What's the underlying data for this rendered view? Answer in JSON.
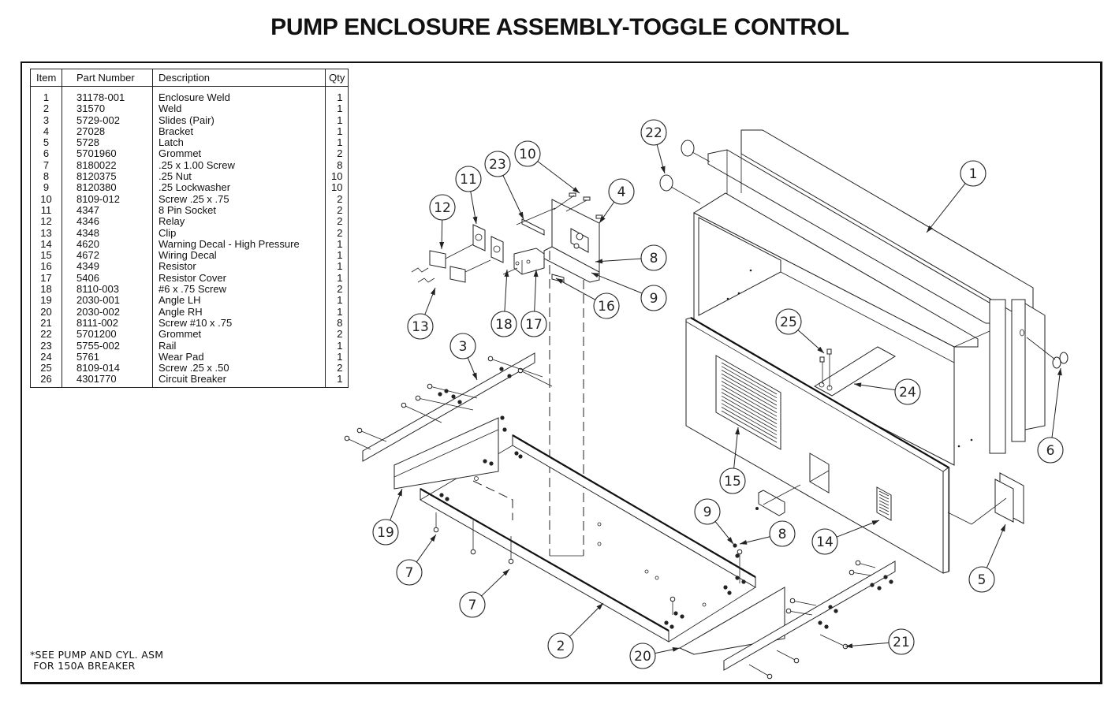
{
  "title": "PUMP ENCLOSURE ASSEMBLY-TOGGLE CONTROL",
  "table": {
    "headers": {
      "item": "Item",
      "part_number": "Part Number",
      "description": "Description",
      "qty": "Qty"
    },
    "rows": [
      {
        "item": "1",
        "part_number": "31178-001",
        "description": "Enclosure Weld",
        "qty": "1"
      },
      {
        "item": "2",
        "part_number": "31570",
        "description": "Weld",
        "qty": "1"
      },
      {
        "item": "3",
        "part_number": "5729-002",
        "description": "Slides (Pair)",
        "qty": "1"
      },
      {
        "item": "4",
        "part_number": "27028",
        "description": "Bracket",
        "qty": "1"
      },
      {
        "item": "5",
        "part_number": "5728",
        "description": "Latch",
        "qty": "1"
      },
      {
        "item": "6",
        "part_number": "5701960",
        "description": "Grommet",
        "qty": "2"
      },
      {
        "item": "7",
        "part_number": "8180022",
        "description": ".25 x 1.00 Screw",
        "qty": "8"
      },
      {
        "item": "8",
        "part_number": "8120375",
        "description": ".25 Nut",
        "qty": "10"
      },
      {
        "item": "9",
        "part_number": "8120380",
        "description": ".25 Lockwasher",
        "qty": "10"
      },
      {
        "item": "10",
        "part_number": "8109-012",
        "description": "Screw .25 x .75",
        "qty": "2"
      },
      {
        "item": "11",
        "part_number": "4347",
        "description": "8 Pin Socket",
        "qty": "2"
      },
      {
        "item": "12",
        "part_number": "4346",
        "description": "Relay",
        "qty": "2"
      },
      {
        "item": "13",
        "part_number": "4348",
        "description": "Clip",
        "qty": "2"
      },
      {
        "item": "14",
        "part_number": "4620",
        "description": "Warning Decal - High Pressure",
        "qty": "1"
      },
      {
        "item": "15",
        "part_number": "4672",
        "description": "Wiring Decal",
        "qty": "1"
      },
      {
        "item": "16",
        "part_number": "4349",
        "description": "Resistor",
        "qty": "1"
      },
      {
        "item": "17",
        "part_number": "5406",
        "description": "Resistor Cover",
        "qty": "1"
      },
      {
        "item": "18",
        "part_number": "8110-003",
        "description": "#6 x .75 Screw",
        "qty": "2"
      },
      {
        "item": "19",
        "part_number": "2030-001",
        "description": "Angle LH",
        "qty": "1"
      },
      {
        "item": "20",
        "part_number": "2030-002",
        "description": "Angle RH",
        "qty": "1"
      },
      {
        "item": "21",
        "part_number": "8111-002",
        "description": "Screw #10 x .75",
        "qty": "8"
      },
      {
        "item": "22",
        "part_number": "5701200",
        "description": "Grommet",
        "qty": "2"
      },
      {
        "item": "23",
        "part_number": "5755-002",
        "description": "Rail",
        "qty": "1"
      },
      {
        "item": "24",
        "part_number": "5761",
        "description": "Wear Pad",
        "qty": "1"
      },
      {
        "item": "25",
        "part_number": "8109-014",
        "description": "Screw .25 x .50",
        "qty": "2"
      },
      {
        "item": "26",
        "part_number": "4301770",
        "description": "Circuit Breaker",
        "qty": "1"
      }
    ]
  },
  "note": "*SEE PUMP AND CYL. ASM\n FOR 150A BREAKER",
  "callouts": [
    "1",
    "2",
    "3",
    "4",
    "5",
    "6",
    "7",
    "7",
    "8",
    "8",
    "9",
    "9",
    "10",
    "11",
    "12",
    "13",
    "14",
    "15",
    "16",
    "17",
    "18",
    "19",
    "20",
    "21",
    "22",
    "23",
    "24",
    "25"
  ]
}
